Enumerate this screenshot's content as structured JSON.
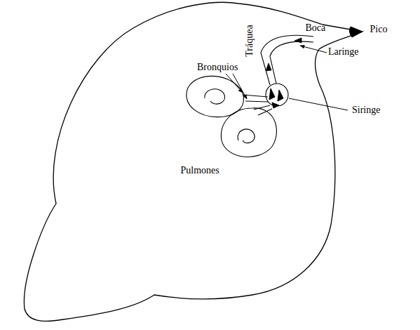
{
  "diagram": {
    "labels": [
      "Pico",
      "Boca",
      "Laringe",
      "Tráquea",
      "Bronquios",
      "Siringe",
      "Pulmones"
    ]
  }
}
